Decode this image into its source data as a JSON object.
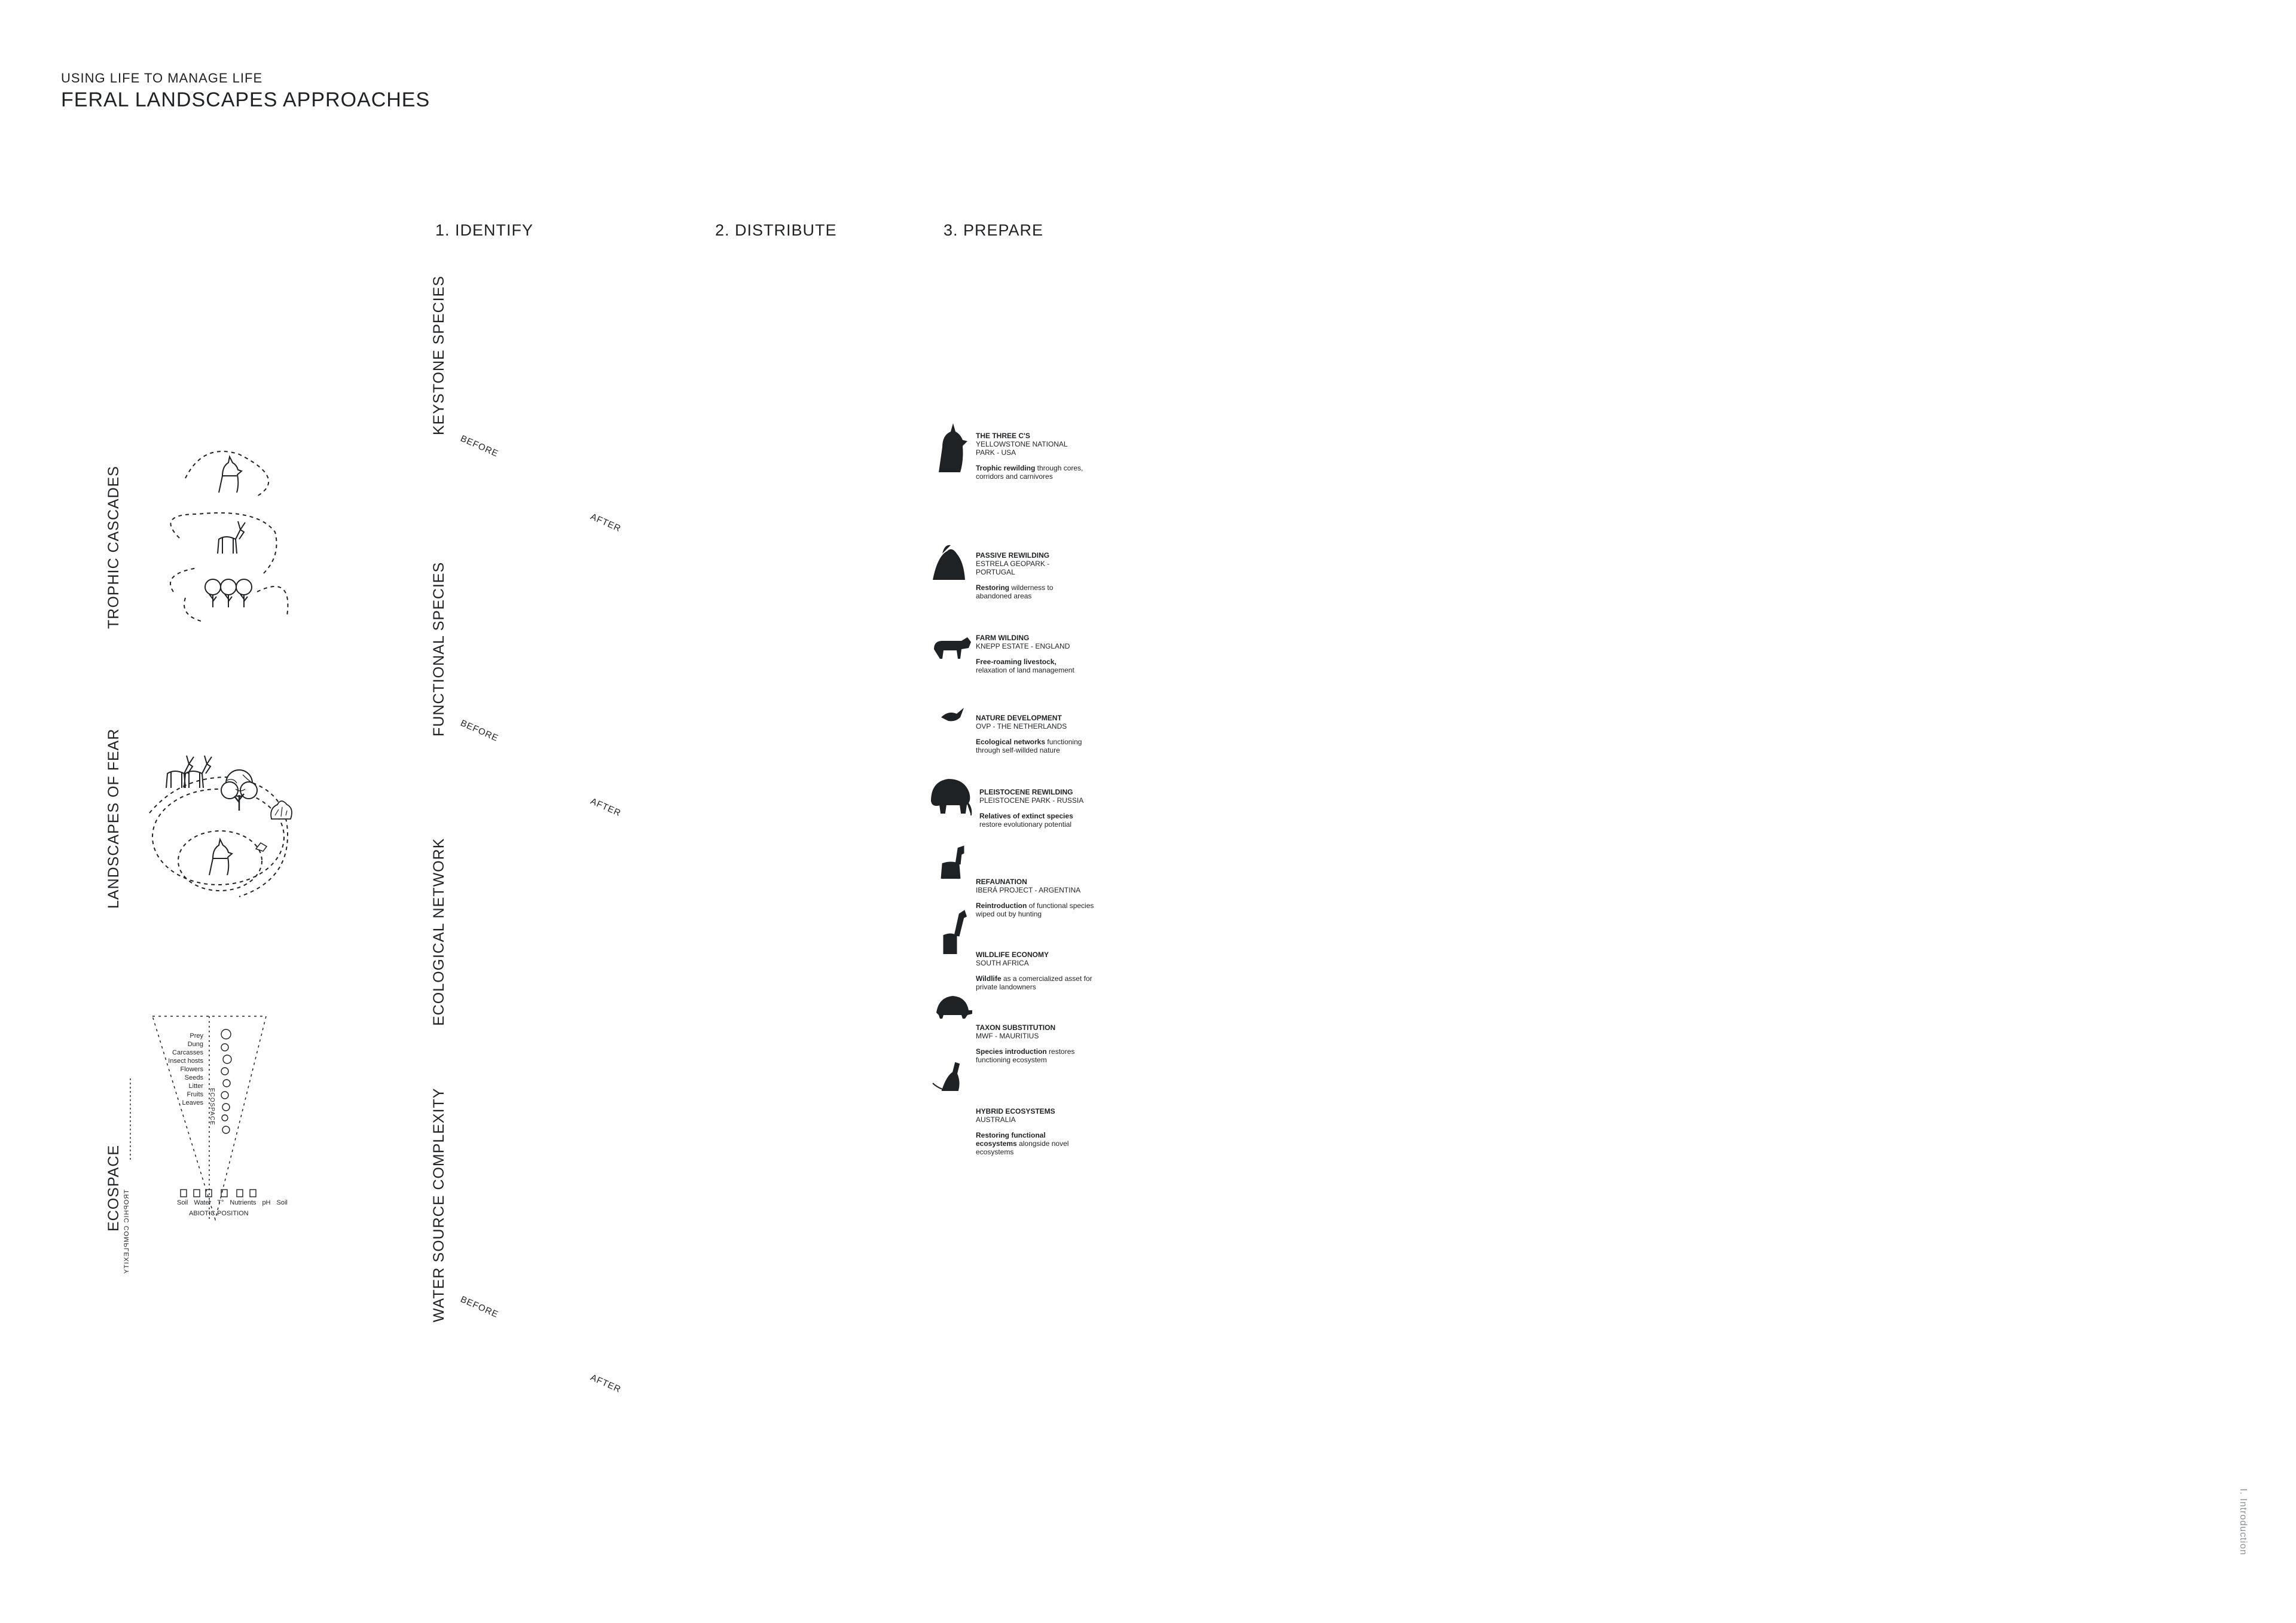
{
  "header": {
    "subtitle": "USING LIFE TO MANAGE LIFE",
    "title": "FERAL LANDSCAPES APPROACHES"
  },
  "columns": [
    "1. IDENTIFY",
    "2. DISTRIBUTE",
    "3. PREPARE"
  ],
  "left_concepts": [
    "TROPHIC CASCADES",
    "LANDSCAPES OF FEAR",
    "ECOSPACE"
  ],
  "ecospace": {
    "trophic_items": [
      "Prey",
      "Dung",
      "Carcasses",
      "Insect hosts",
      "Flowers",
      "Seeds",
      "Litter",
      "Fruits",
      "Leaves"
    ],
    "vertical_label": "TROPHIC COMPLEXITY",
    "inner_label": "ECOSPACE",
    "abiotic_items": [
      "Soil",
      "Water",
      "T°",
      "Nutrients",
      "pH",
      "Soil"
    ],
    "abiotic_label": "ABIOTIC POSITION"
  },
  "strategies": [
    {
      "label": "KEYSTONE SPECIES"
    },
    {
      "label": "FUNCTIONAL SPECIES"
    },
    {
      "label": "ECOLOGICAL NETWORK"
    },
    {
      "label": "WATER SOURCE COMPLEXITY"
    }
  ],
  "before_label": "BEFORE",
  "after_label": "AFTER",
  "examples": [
    {
      "icon": "wolf-icon",
      "title": "THE THREE C'S",
      "location": "YELLOWSTONE NATIONAL PARK - USA",
      "bold": "Trophic rewilding",
      "desc": " through cores, corridors and carnivores"
    },
    {
      "icon": "vulture-icon",
      "title": "PASSIVE REWILDING",
      "location": "ESTRELA GEOPARK - PORTUGAL",
      "bold": "Restoring",
      "desc": " wilderness to abandoned areas"
    },
    {
      "icon": "cow-icon",
      "title": "FARM WILDING",
      "location": "KNEPP ESTATE - ENGLAND",
      "bold": "Free-roaming livestock,",
      "desc": " relaxation of land management"
    },
    {
      "icon": "bird-icon",
      "title": "NATURE DEVELOPMENT",
      "location": "OVP - THE NETHERLANDS",
      "bold": "Ecological networks",
      "desc": " functioning through self-willded nature"
    },
    {
      "icon": "mammoth-icon",
      "title": "PLEISTOCENE REWILDING",
      "location": "PLEISTOCENE PARK - RUSSIA",
      "bold": "Relatives of extinct species",
      "desc": " restore evolutionary potential"
    },
    {
      "icon": "guanaco-icon",
      "title": "REFAUNATION",
      "location": "IBERÁ PROJECT - ARGENTINA",
      "bold": "Reintroduction",
      "desc": " of functional species wiped out by hunting"
    },
    {
      "icon": "giraffe-icon",
      "title": "WILDLIFE ECONOMY",
      "location": "SOUTH AFRICA",
      "bold": "Wildlife",
      "desc": " as a comercialized asset for private landowners"
    },
    {
      "icon": "tortoise-icon",
      "title": "TAXON SUBSTITUTION",
      "location": "MWF - MAURITIUS",
      "bold": "Species introduction",
      "desc": " restores functioning ecosystem"
    },
    {
      "icon": "kangaroo-icon",
      "title": "HYBRID ECOSYSTEMS",
      "location": "AUSTRALIA",
      "bold": "Restoring functional ecosystems",
      "desc": " alongside novel ecosystems"
    }
  ],
  "footer": {
    "section": "I. Introduction"
  },
  "colors": {
    "ink": "#1e2225",
    "water": "#27404d",
    "land_green": "#8fae86",
    "land_brown": "#8a6b3d",
    "ice": "#cfe3e6",
    "ocean_blob": "#bcd9dc"
  }
}
